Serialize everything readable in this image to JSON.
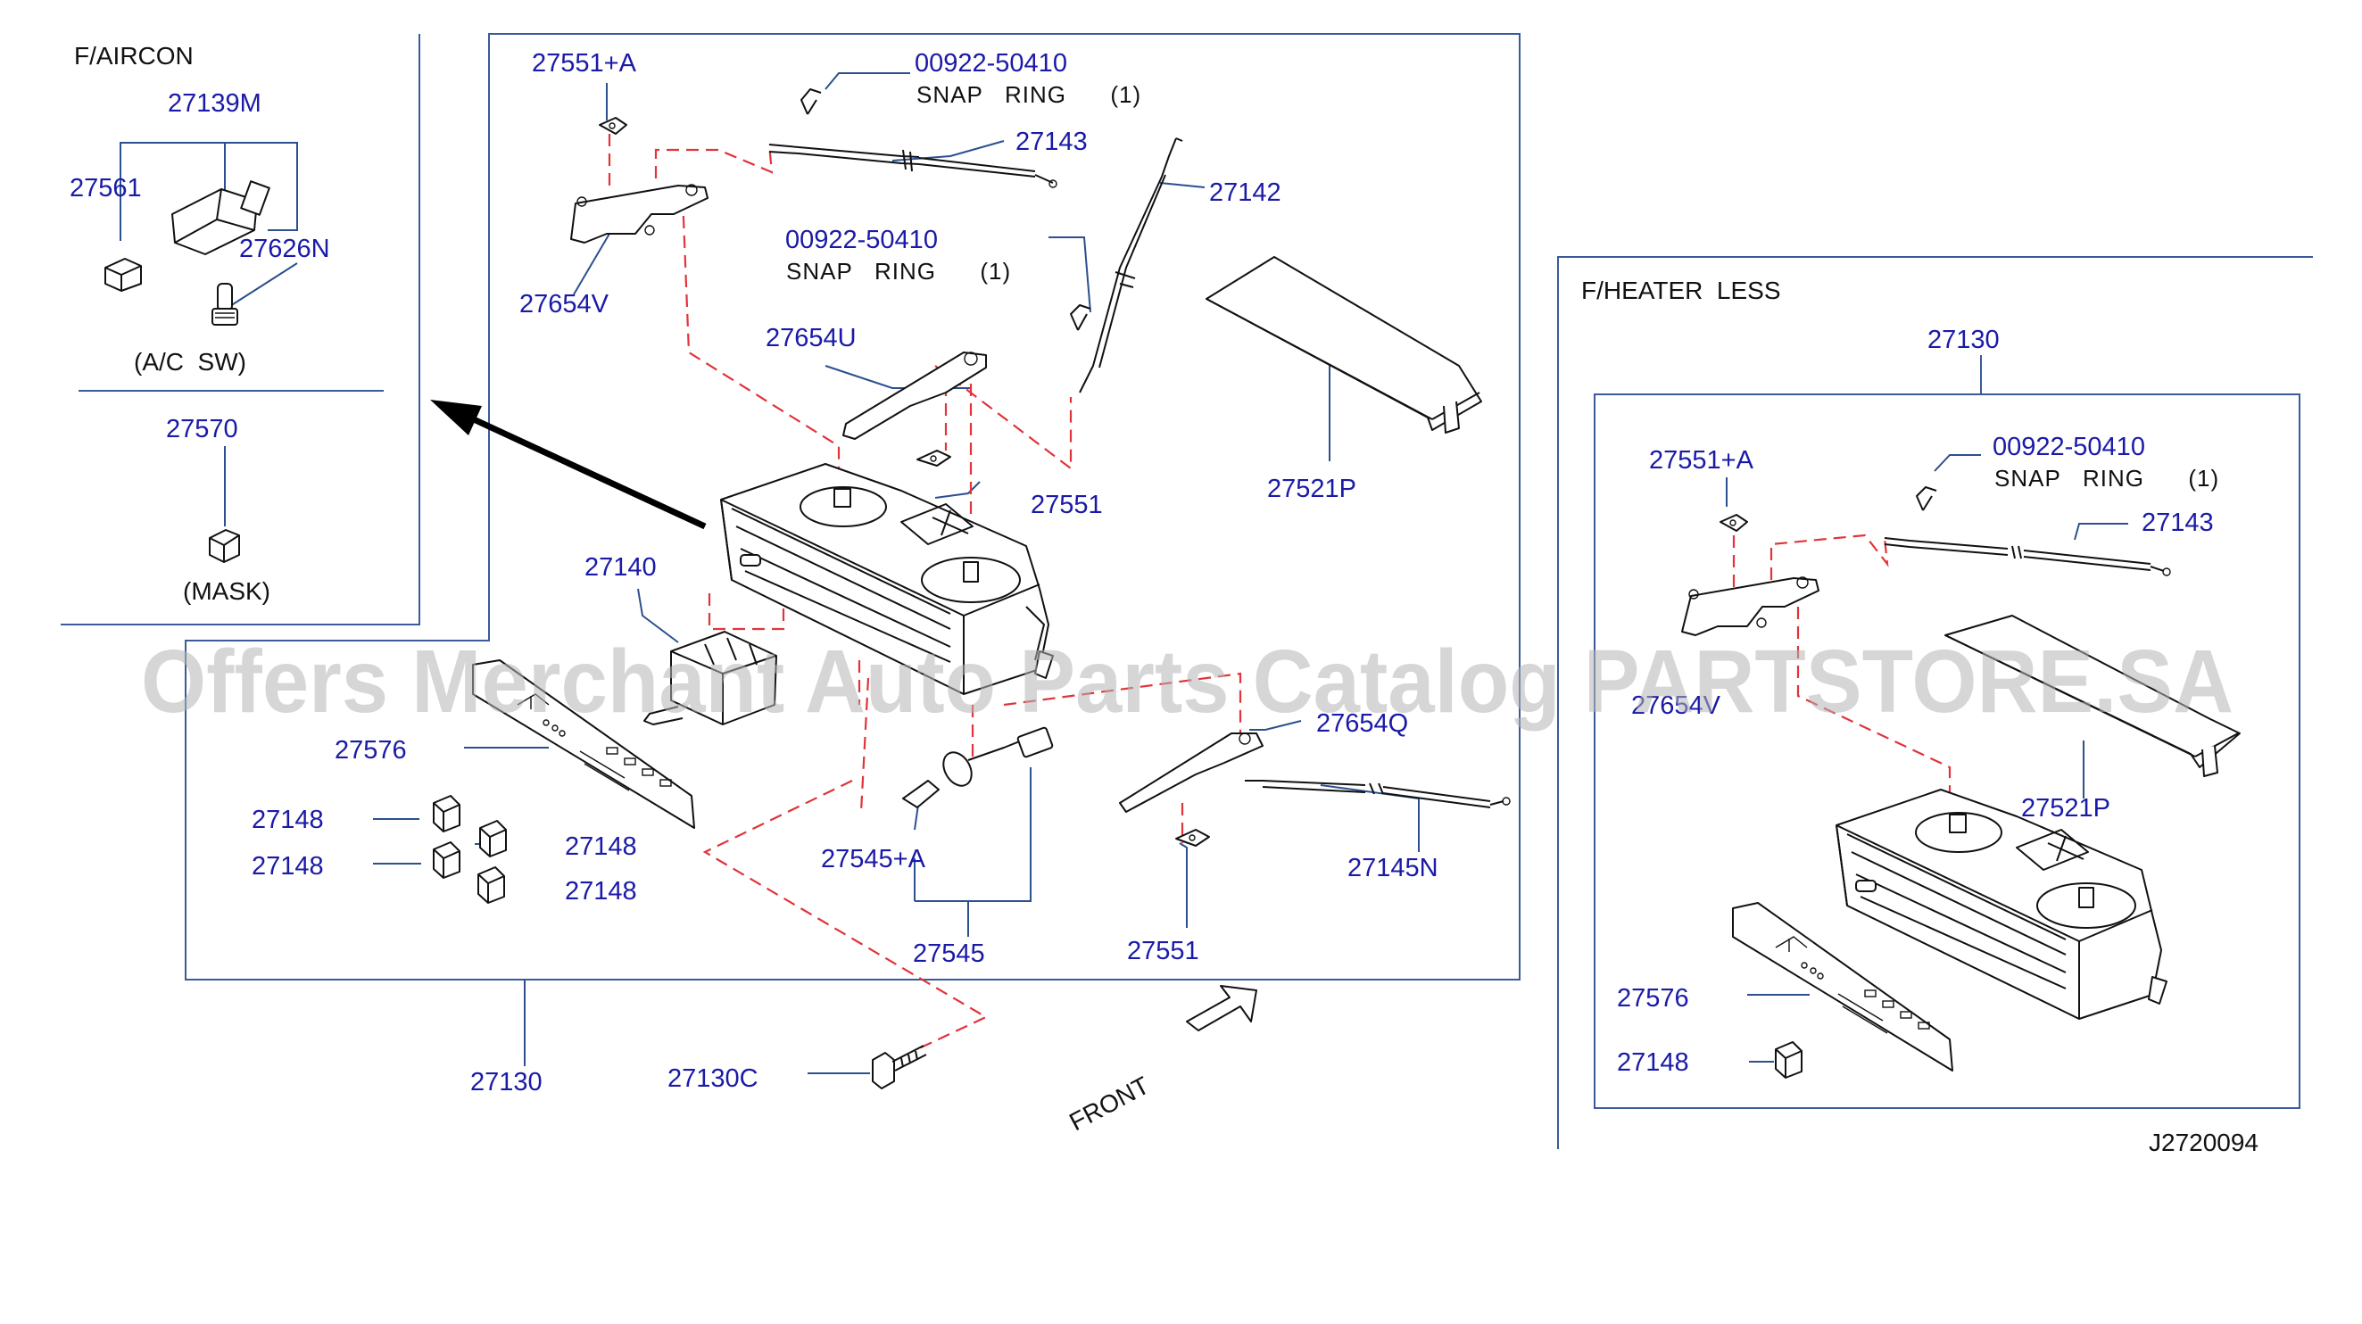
{
  "diagram": {
    "sections": {
      "aircon_title": "F/AIRCON",
      "heater_less_title": "F/HEATER  LESS"
    },
    "notes": {
      "ac_sw": "(A/C  SW)",
      "mask": "(MASK)",
      "snap_ring_1": "SNAP   RING      (1)",
      "snap_ring_2": "SNAP   RING      (1)",
      "snap_ring_3": "SNAP   RING      (1)",
      "front": "FRONT",
      "diagram_id": "J2720094"
    },
    "watermark": "Offers Merchant Auto Parts Catalog PARTSTORE.SA",
    "callouts": {
      "c27139M": "27139M",
      "c27561": "27561",
      "c27626N": "27626N",
      "c27570": "27570",
      "c27551A_1": "27551+A",
      "c00922_1": "00922-50410",
      "c27143_1": "27143",
      "c27142": "27142",
      "c00922_2": "00922-50410",
      "c27654V_1": "27654V",
      "c27654U": "27654U",
      "c27551_1": "27551",
      "c27521P_1": "27521P",
      "c27140": "27140",
      "c27576_1": "27576",
      "c27148_a": "27148",
      "c27148_b": "27148",
      "c27148_c": "27148",
      "c27148_d": "27148",
      "c27654Q": "27654Q",
      "c27145N": "27145N",
      "c27545A": "27545+A",
      "c27545": "27545",
      "c27551_2": "27551",
      "c27130_1": "27130",
      "c27130C": "27130C",
      "c27130_2": "27130",
      "c27551A_2": "27551+A",
      "c00922_3": "00922-50410",
      "c27143_2": "27143",
      "c27654V_2": "27654V",
      "c27521P_2": "27521P",
      "c27576_2": "27576",
      "c27148_e": "27148"
    }
  }
}
